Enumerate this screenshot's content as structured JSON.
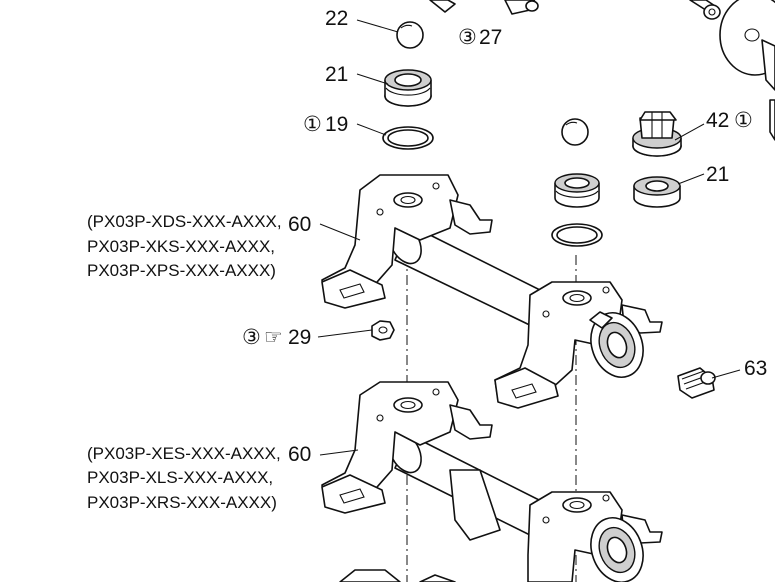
{
  "callouts": {
    "c22": "22",
    "c27": "27",
    "c21a": "21",
    "c19": "19",
    "c42": "42",
    "c21b": "21",
    "c60a": "60",
    "c29": "29",
    "c63": "63",
    "c60b": "60"
  },
  "symbols": {
    "circle3": "③",
    "circle1": "①",
    "hand": "☞"
  },
  "models_upper": [
    "(PX03P-XDS-XXX-AXXX,",
    "PX03P-XKS-XXX-AXXX,",
    "PX03P-XPS-XXX-AXXX)"
  ],
  "models_lower": [
    "(PX03P-XES-XXX-AXXX,",
    "PX03P-XLS-XXX-AXXX,",
    "PX03P-XRS-XXX-AXXX)"
  ]
}
